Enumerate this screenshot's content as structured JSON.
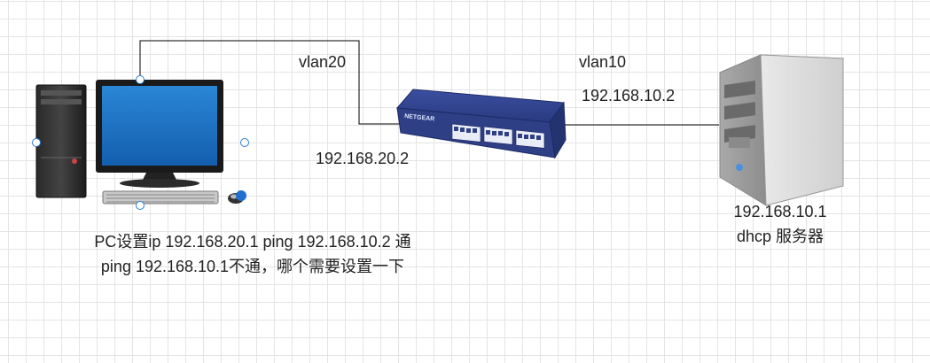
{
  "labels": {
    "vlan20": "vlan20",
    "vlan10": "vlan10",
    "switch_pc_side_ip": "192.168.20.2",
    "switch_server_side_ip": "192.168.10.2",
    "server_ip": "192.168.10.1",
    "server_role": "dhcp 服务器",
    "question_line1": "PC设置ip 192.168.20.1 ping 192.168.10.2 通",
    "question_line2": "ping 192.168.10.1不通，哪个需要设置一下"
  },
  "devices": {
    "pc": {
      "icon": "desktop-computer-icon"
    },
    "switch": {
      "icon": "network-switch-icon",
      "brand_text": "NETGEAR"
    },
    "server": {
      "icon": "tower-server-icon"
    }
  },
  "colors": {
    "switch_body": "#2e3f86",
    "monitor_screen": "#1c72c4",
    "connector_line": "#000000",
    "selection_handle": "#2a7fd4"
  }
}
